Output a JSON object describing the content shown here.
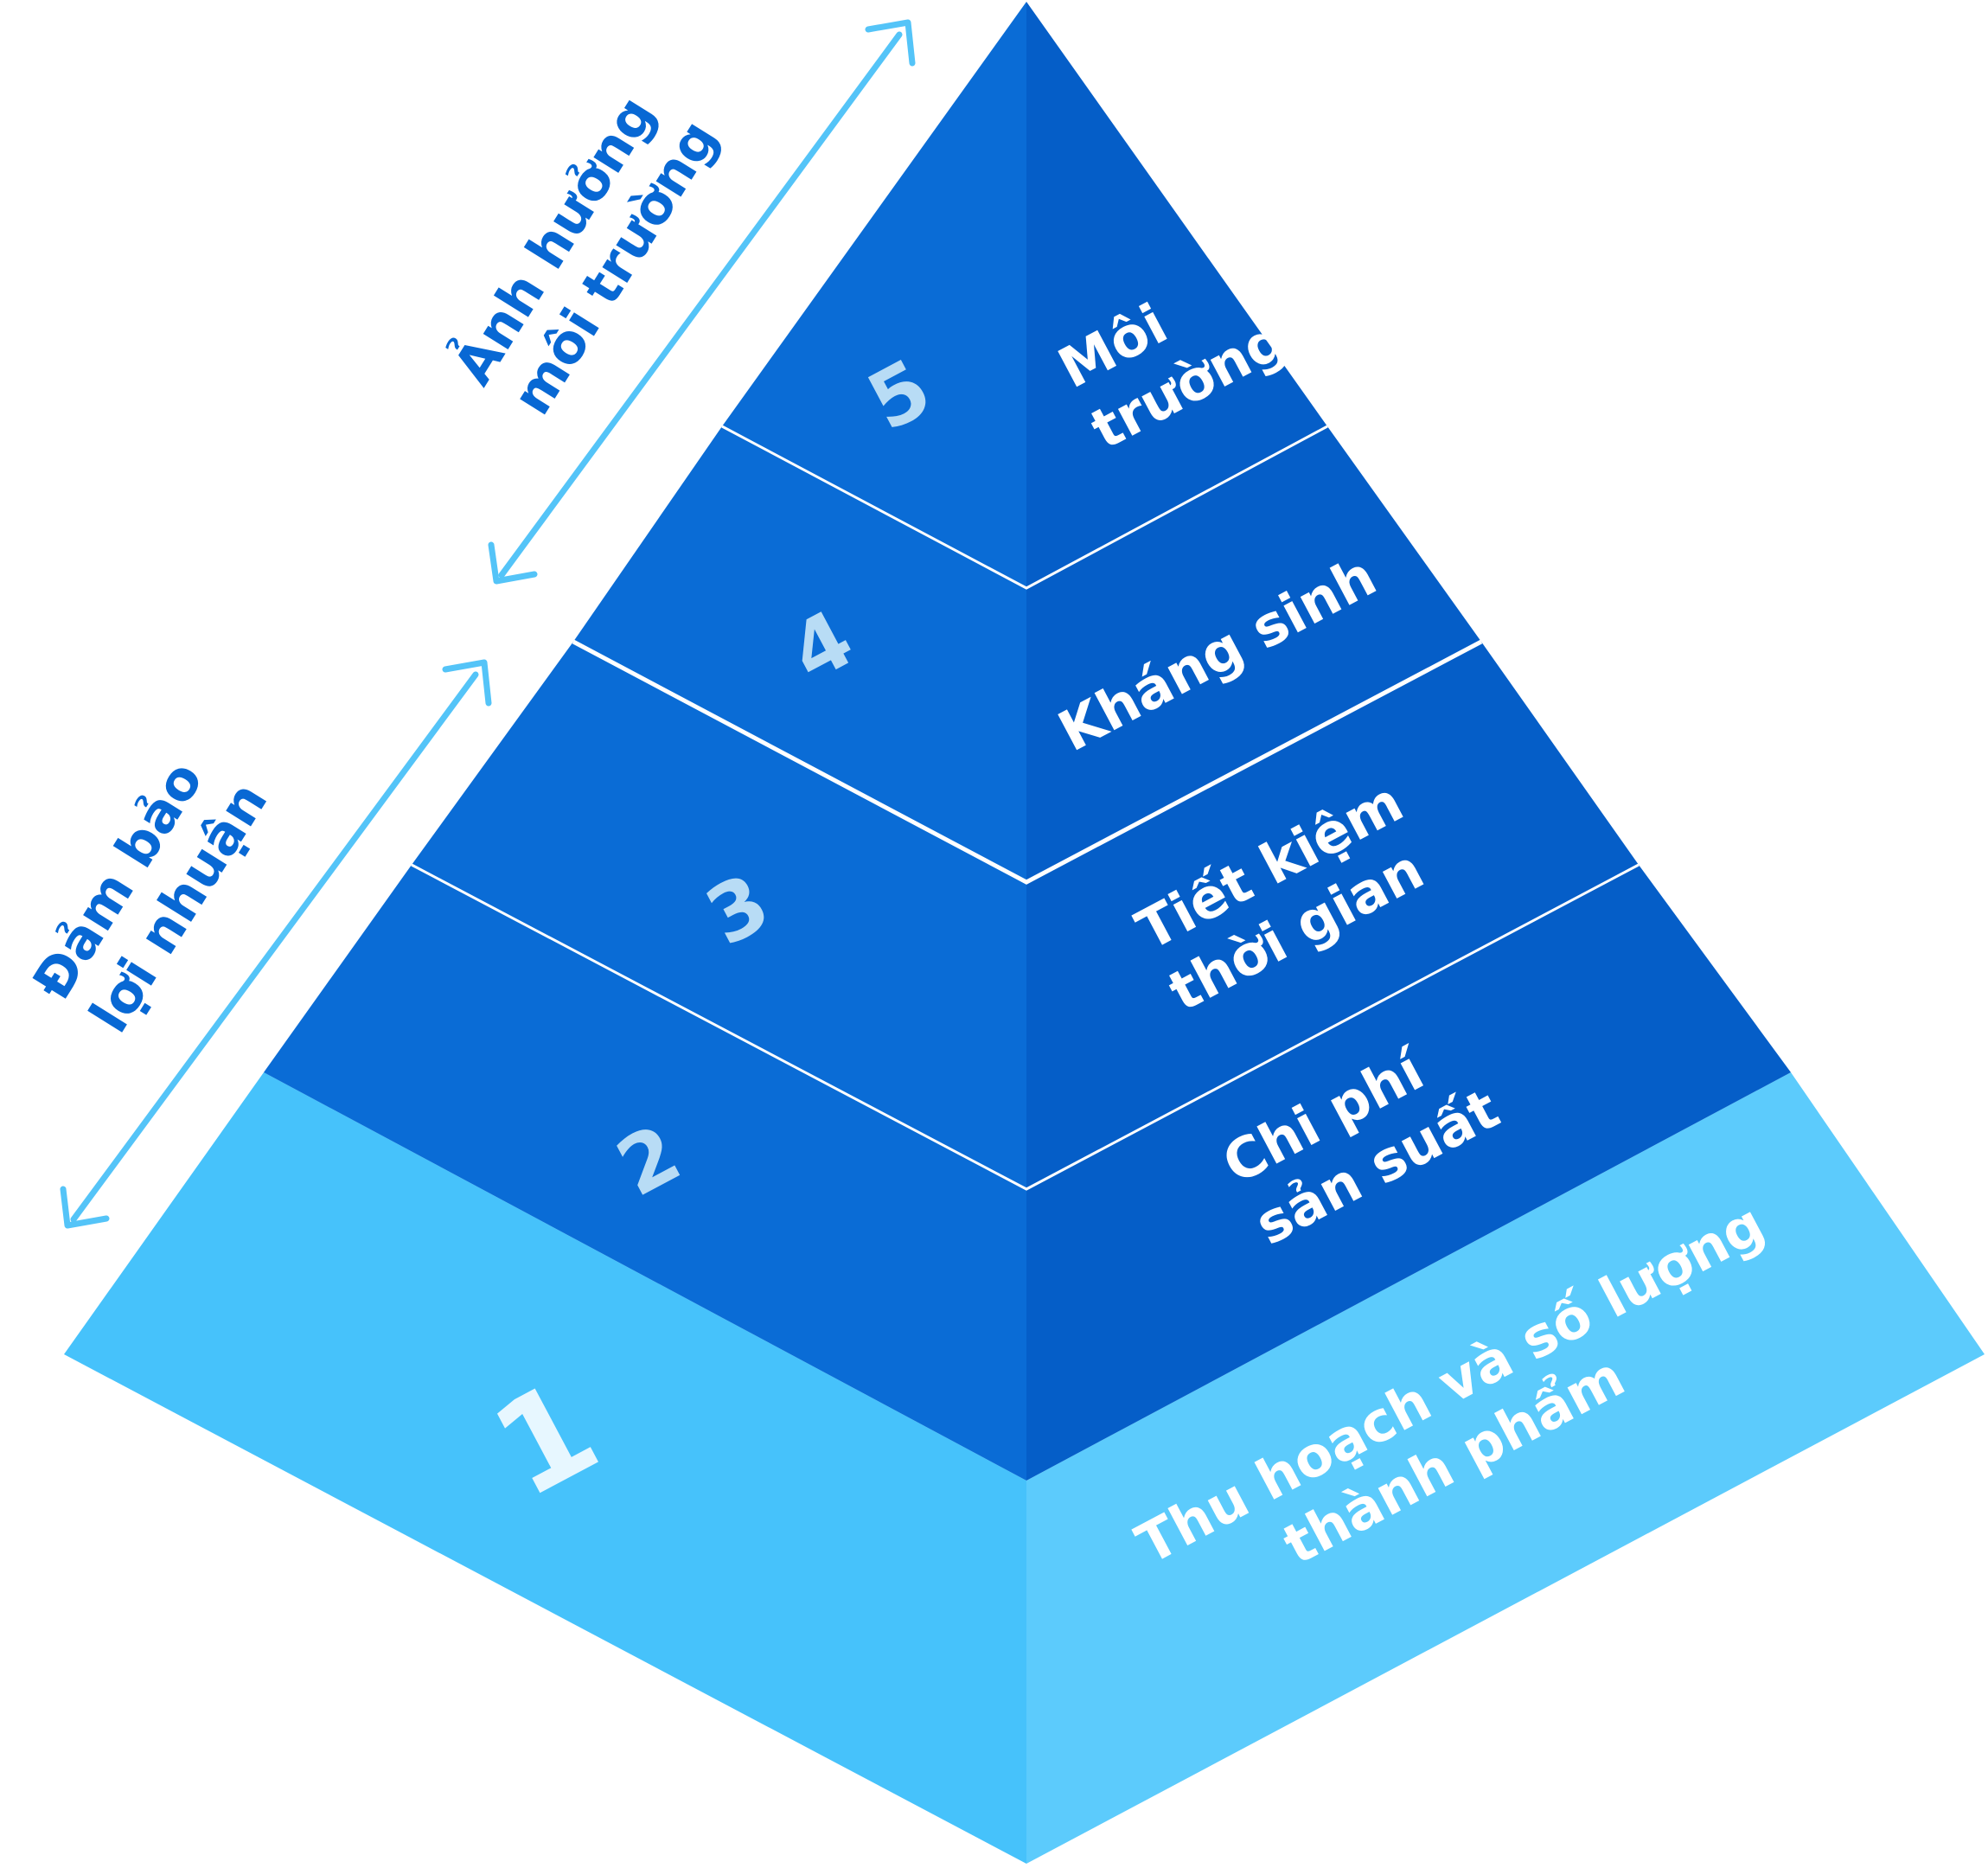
{
  "levels": [
    {
      "number": "1",
      "label_lines": [
        "Thu hoạch và số lượng",
        "thành phẩm"
      ]
    },
    {
      "number": "2",
      "label_lines": [
        "Chi phí",
        "sản suất"
      ]
    },
    {
      "number": "3",
      "label_lines": [
        "Tiết kiệm",
        "thời gian"
      ]
    },
    {
      "number": "4",
      "label_lines": [
        "Kháng sinh"
      ]
    },
    {
      "number": "5",
      "label_lines": [
        "Môi",
        "trường"
      ]
    }
  ],
  "side_labels": {
    "upper": [
      "Ảnh hưởng",
      "môi trường"
    ],
    "lower": [
      "Đảm bảo",
      "lợi nhuận"
    ]
  },
  "colors": {
    "top_levels_left": "#0a6cd6",
    "top_levels_right": "#055ec8",
    "base_left": "#46c2fb",
    "base_right": "#5ccbfc",
    "number_text": "#b8dcf5",
    "label_text": "#ffffff",
    "side_text": "#0868d4",
    "arrow": "#54c4f8",
    "divider": "#ffffff"
  }
}
